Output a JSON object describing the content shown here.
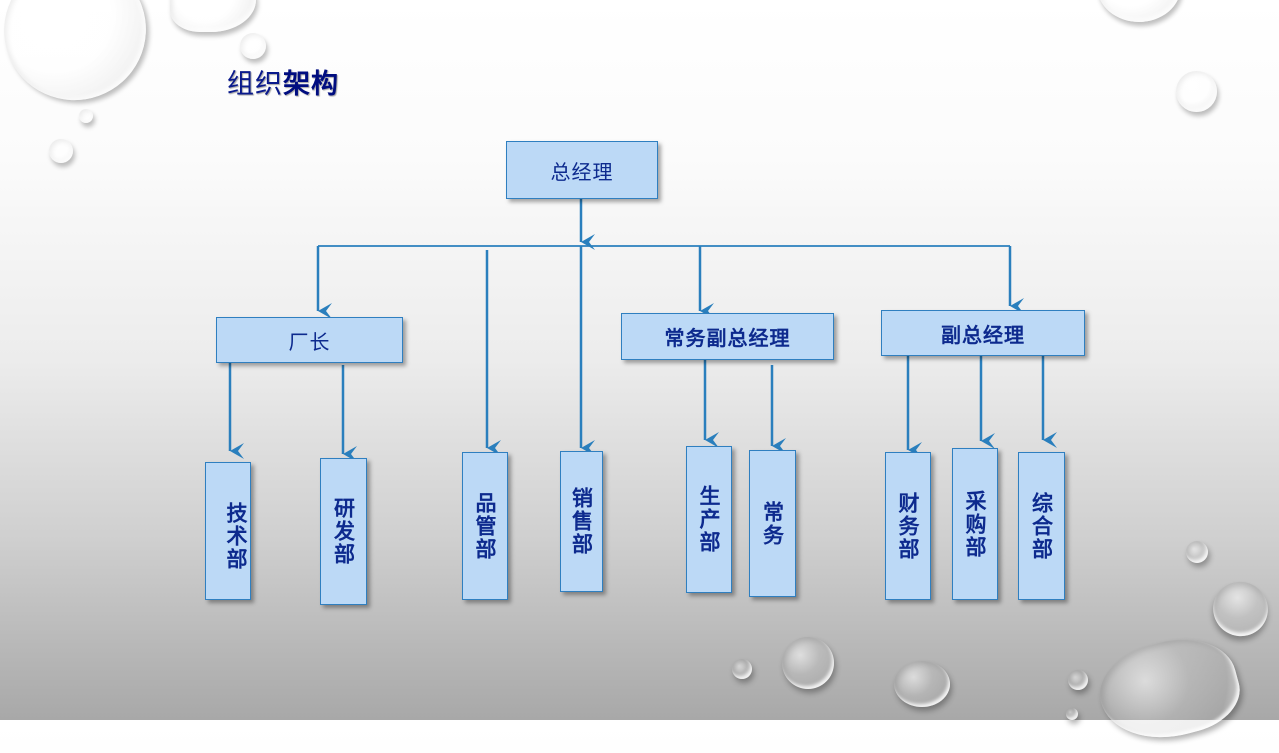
{
  "title": {
    "part1": "组织",
    "part2": "架构"
  },
  "colors": {
    "box_fill": "#bcd9f6",
    "box_border": "#2f7fc0",
    "text": "#0d2a8e",
    "connector": "#2a7fbd"
  },
  "org_chart": {
    "root": "总经理",
    "level2": [
      "厂长",
      "常务副总经理",
      "副总经理"
    ],
    "departments": {
      "factory_director": [
        "技术部",
        "研发部"
      ],
      "direct": [
        "品管部",
        "销售部"
      ],
      "executive_vp": [
        "生产部",
        "常务"
      ],
      "vice_president": [
        "财务部",
        "采购部",
        "综合部"
      ]
    }
  }
}
